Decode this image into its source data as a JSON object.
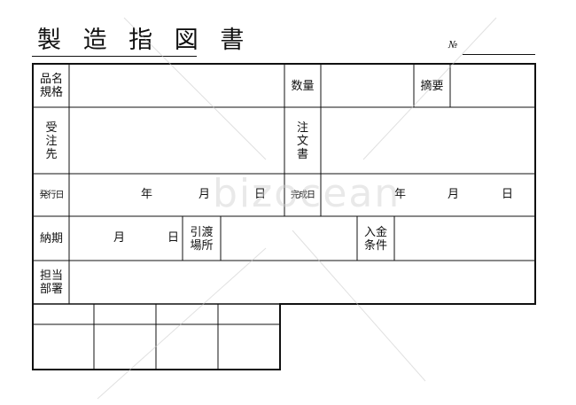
{
  "form": {
    "title": "製 造 指 図 書",
    "no_label": "№",
    "labels": {
      "product": "品名\n規格",
      "quantity": "数量",
      "summary": "摘要",
      "customer": "受\n注\n先",
      "order_form": "注\n文\n書",
      "issue_date": "発行日",
      "completion_date": "完成日",
      "delivery": "納期",
      "handover": "引渡\n場所",
      "payment": "入金\n条件",
      "department": "担当\n部署"
    },
    "date_units": {
      "year": "年",
      "month": "月",
      "day": "日"
    }
  }
}
